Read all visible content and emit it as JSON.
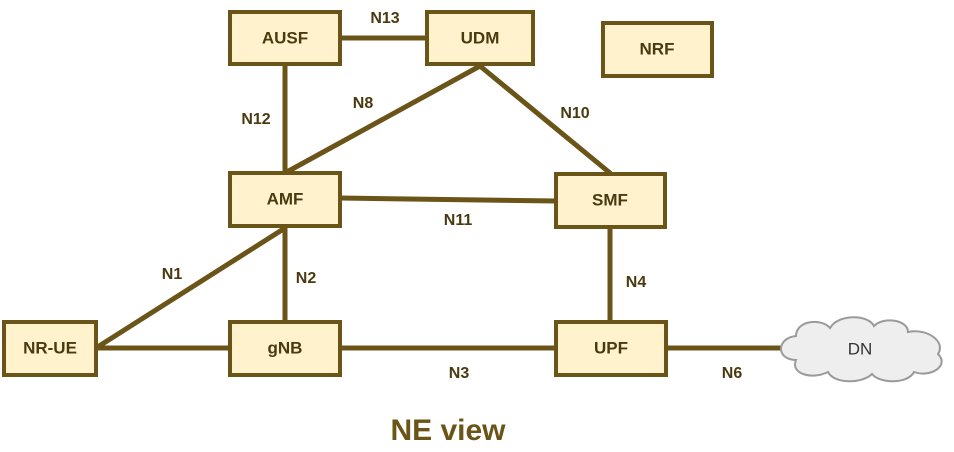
{
  "diagram": {
    "caption": "NE view",
    "nodes": {
      "ausf": "AUSF",
      "udm": "UDM",
      "nrf": "NRF",
      "amf": "AMF",
      "smf": "SMF",
      "nr_ue": "NR-UE",
      "gnb": "gNB",
      "upf": "UPF",
      "dn": "DN"
    },
    "links": {
      "n13": "N13",
      "n12": "N12",
      "n8": "N8",
      "n10": "N10",
      "n11": "N11",
      "n1": "N1",
      "n2": "N2",
      "n4": "N4",
      "n3": "N3",
      "n6": "N6"
    },
    "colors": {
      "box_fill": "#fff2cc",
      "box_stroke": "#6b5418",
      "line": "#6b5418",
      "text": "#4a3a10",
      "cloud_fill": "#eeeeee",
      "cloud_stroke": "#9a9a9a"
    }
  }
}
